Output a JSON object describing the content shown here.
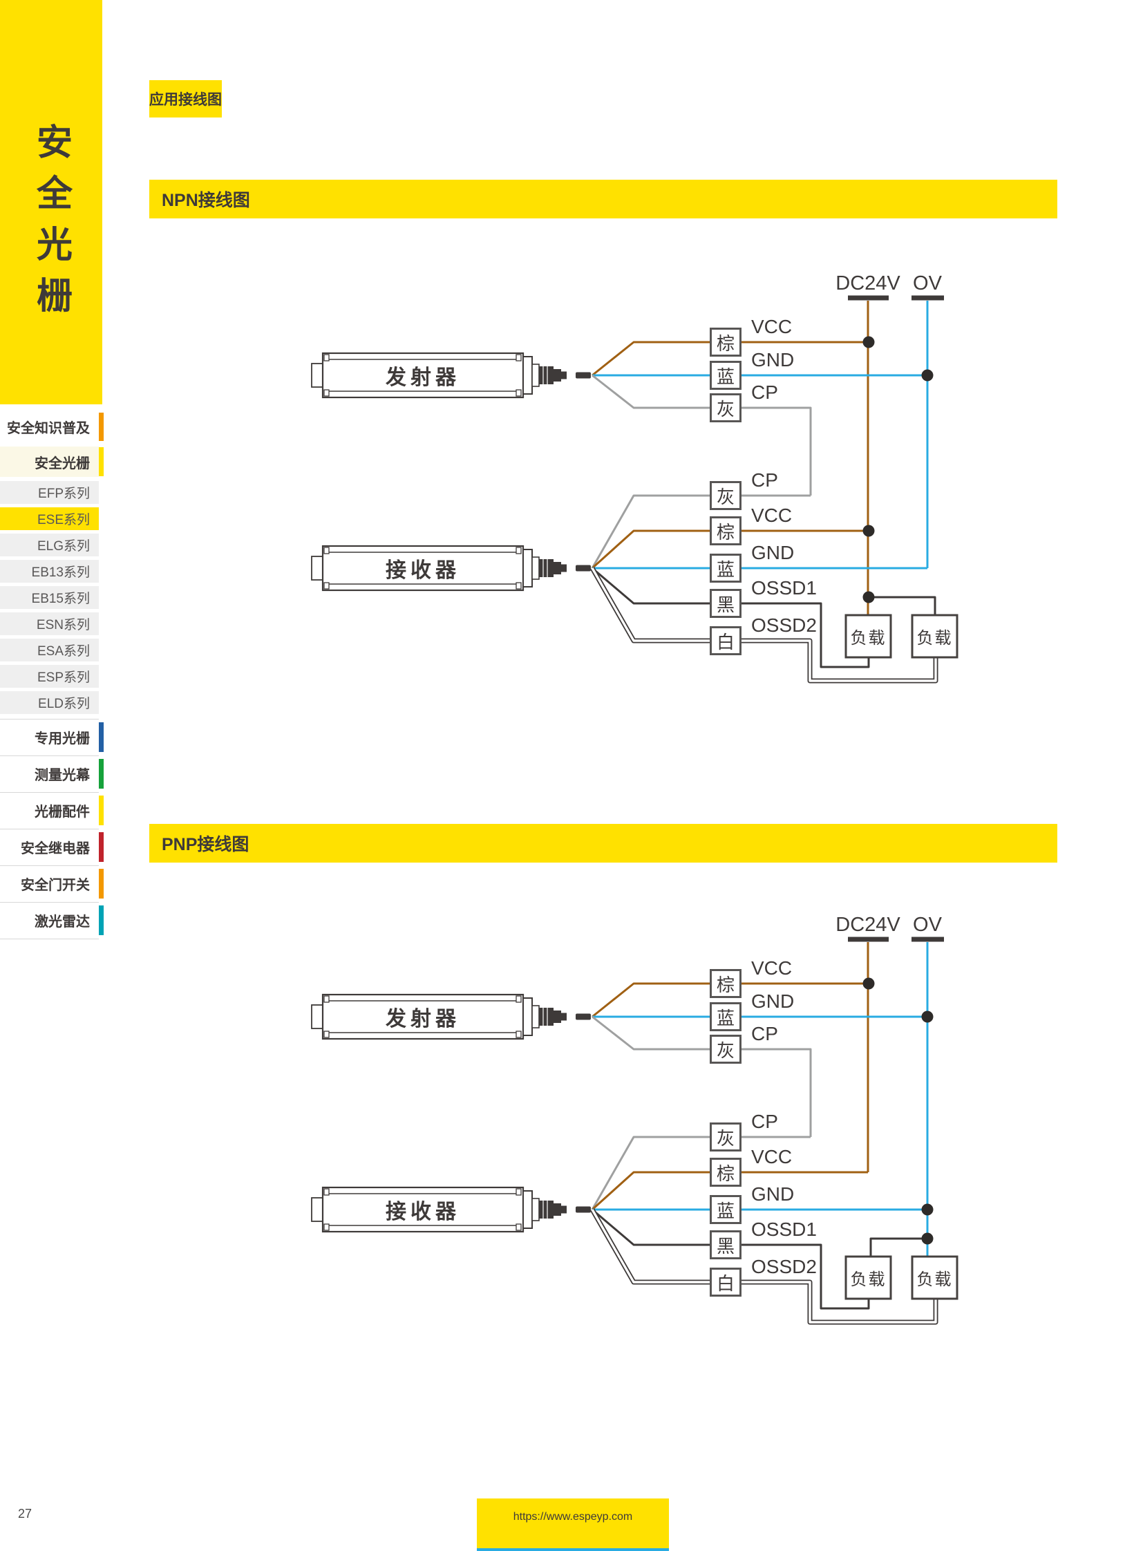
{
  "page": {
    "number": "27",
    "footer_url": "https://www.espeyp.com"
  },
  "header": {
    "tag": "应用接线图"
  },
  "colors": {
    "yellow": "#FFE100",
    "brown": "#A06013",
    "blue": "#29ABE2",
    "gray": "#9FA0A0",
    "dark": "#3E3A39"
  },
  "sidebar": {
    "banner": "安全光栅",
    "items": [
      {
        "key": "safety-knowledge",
        "label": "安全知识普及",
        "kind": "cat-top",
        "bar": "#F39800"
      },
      {
        "key": "safety-light-curtain",
        "label": "安全光栅",
        "kind": "cat-top",
        "bar": "#FFE100",
        "bg": "#FBF8E6"
      },
      {
        "key": "efp-series",
        "label": "EFP系列",
        "kind": "series"
      },
      {
        "key": "ese-series",
        "label": "ESE系列",
        "kind": "series",
        "active": true
      },
      {
        "key": "elg-series",
        "label": "ELG系列",
        "kind": "series"
      },
      {
        "key": "eb13-series",
        "label": "EB13系列",
        "kind": "series"
      },
      {
        "key": "eb15-series",
        "label": "EB15系列",
        "kind": "series"
      },
      {
        "key": "esn-series",
        "label": "ESN系列",
        "kind": "series"
      },
      {
        "key": "esa-series",
        "label": "ESA系列",
        "kind": "series"
      },
      {
        "key": "esp-series",
        "label": "ESP系列",
        "kind": "series"
      },
      {
        "key": "eld-series",
        "label": "ELD系列",
        "kind": "series"
      },
      {
        "key": "special-grating",
        "label": "专用光栅",
        "kind": "cat",
        "bar": "#2360A5"
      },
      {
        "key": "measuring-curtain",
        "label": "测量光幕",
        "kind": "cat",
        "bar": "#16A23B"
      },
      {
        "key": "grating-accessory",
        "label": "光栅配件",
        "kind": "cat",
        "bar": "#FFE100"
      },
      {
        "key": "safety-relay",
        "label": "安全继电器",
        "kind": "cat",
        "bar": "#C0232C"
      },
      {
        "key": "safety-door-switch",
        "label": "安全门开关",
        "kind": "cat",
        "bar": "#F39800"
      },
      {
        "key": "laser-radar",
        "label": "激光雷达",
        "kind": "cat",
        "bar": "#00A3B5"
      }
    ]
  },
  "diagrams": [
    {
      "id": "npn",
      "title": "NPN接线图",
      "supply": [
        "DC24V",
        "OV"
      ],
      "transmitter": {
        "label": "发射器",
        "rows": [
          {
            "wire": "棕",
            "signal": "VCC",
            "color": "brown"
          },
          {
            "wire": "蓝",
            "signal": "GND",
            "color": "blue"
          },
          {
            "wire": "灰",
            "signal": "CP",
            "color": "gray"
          }
        ]
      },
      "receiver": {
        "label": "接收器",
        "rows": [
          {
            "wire": "灰",
            "signal": "CP",
            "color": "gray"
          },
          {
            "wire": "棕",
            "signal": "VCC",
            "color": "brown"
          },
          {
            "wire": "蓝",
            "signal": "GND",
            "color": "blue"
          },
          {
            "wire": "黑",
            "signal": "OSSD1",
            "color": "black"
          },
          {
            "wire": "白",
            "signal": "OSSD2",
            "color": "white"
          }
        ]
      },
      "loads": [
        "负载",
        "负载"
      ]
    },
    {
      "id": "pnp",
      "title": "PNP接线图",
      "supply": [
        "DC24V",
        "OV"
      ],
      "transmitter": {
        "label": "发射器",
        "rows": [
          {
            "wire": "棕",
            "signal": "VCC",
            "color": "brown"
          },
          {
            "wire": "蓝",
            "signal": "GND",
            "color": "blue"
          },
          {
            "wire": "灰",
            "signal": "CP",
            "color": "gray"
          }
        ]
      },
      "receiver": {
        "label": "接收器",
        "rows": [
          {
            "wire": "灰",
            "signal": "CP",
            "color": "gray"
          },
          {
            "wire": "棕",
            "signal": "VCC",
            "color": "brown"
          },
          {
            "wire": "蓝",
            "signal": "GND",
            "color": "blue"
          },
          {
            "wire": "黑",
            "signal": "OSSD1",
            "color": "black"
          },
          {
            "wire": "白",
            "signal": "OSSD2",
            "color": "white"
          }
        ]
      },
      "loads": [
        "负载",
        "负载"
      ]
    }
  ]
}
